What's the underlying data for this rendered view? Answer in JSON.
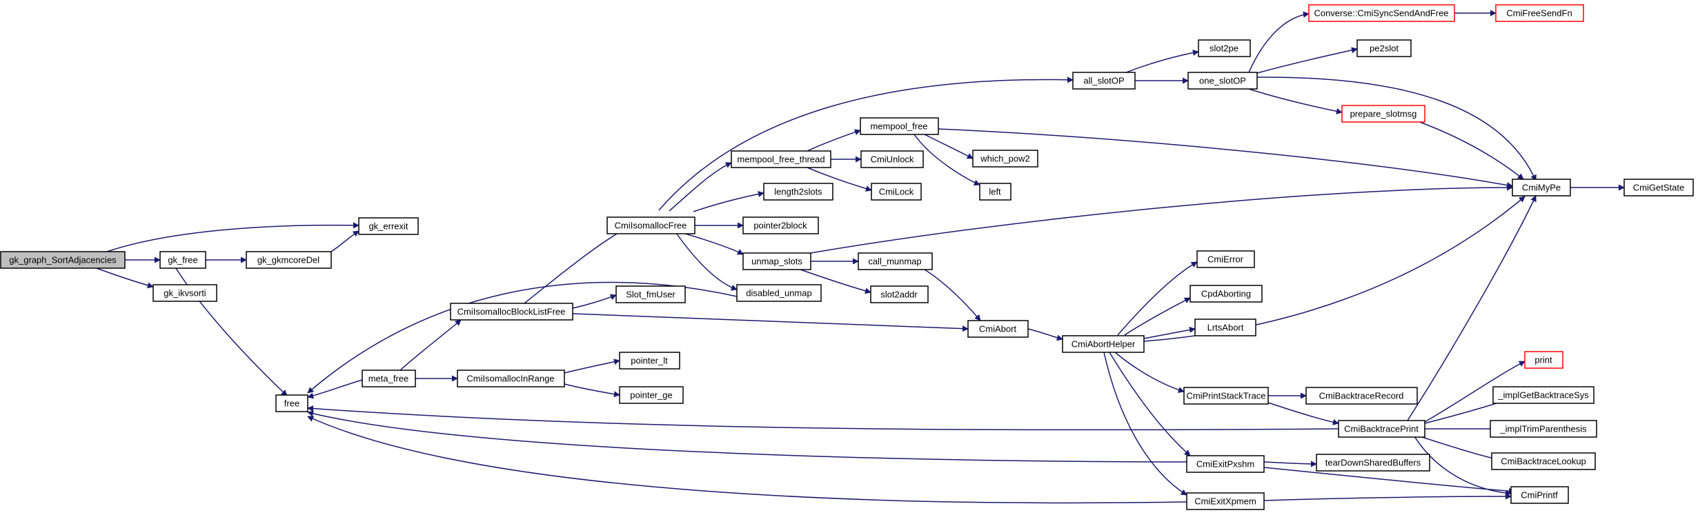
{
  "colors": {
    "edge": "#191970",
    "node_border": "#000000",
    "external_border": "#ff0000",
    "root_fill": "#bfbfbf"
  },
  "nodes": {
    "gk_graph_SortAdjacencies": "gk_graph_SortAdjacencies",
    "gk_free": "gk_free",
    "gk_gkmcoreDel": "gk_gkmcoreDel",
    "gk_errexit": "gk_errexit",
    "gk_ikvsorti": "gk_ikvsorti",
    "free": "free",
    "meta_free": "meta_free",
    "CmiIsomallocInRange": "CmiIsomallocInRange",
    "pointer_lt": "pointer_lt",
    "pointer_ge": "pointer_ge",
    "CmiIsomallocBlockListFree": "CmiIsomallocBlockListFree",
    "Slot_fmUser": "Slot_fmUser",
    "CmiIsomallocFree": "CmiIsomallocFree",
    "mempool_free_thread": "mempool_free_thread",
    "mempool_free": "mempool_free",
    "CmiUnlock": "CmiUnlock",
    "CmiLock": "CmiLock",
    "which_pow2": "which_pow2",
    "left": "left",
    "length2slots": "length2slots",
    "pointer2block": "pointer2block",
    "unmap_slots": "unmap_slots",
    "disabled_unmap": "disabled_unmap",
    "call_munmap": "call_munmap",
    "slot2addr": "slot2addr",
    "all_slotOP": "all_slotOP",
    "slot2pe": "slot2pe",
    "one_slotOP": "one_slotOP",
    "Converse_CmiSyncSendAndFree": "Converse::CmiSyncSendAndFree",
    "CmiFreeSendFn": "CmiFreeSendFn",
    "pe2slot": "pe2slot",
    "prepare_slotmsg": "prepare_slotmsg",
    "CmiMyPe": "CmiMyPe",
    "CmiGetState": "CmiGetState",
    "CmiAbort": "CmiAbort",
    "CmiAbortHelper": "CmiAbortHelper",
    "CmiError": "CmiError",
    "CpdAborting": "CpdAborting",
    "LrtsAbort": "LrtsAbort",
    "CmiPrintStackTrace": "CmiPrintStackTrace",
    "CmiBacktraceRecord": "CmiBacktraceRecord",
    "CmiBacktracePrint": "CmiBacktracePrint",
    "print": "print",
    "_implGetBacktraceSys": "_implGetBacktraceSys",
    "_implTrimParenthesis": "_implTrimParenthesis",
    "CmiBacktraceLookup": "CmiBacktraceLookup",
    "CmiExitPxshm": "CmiExitPxshm",
    "tearDownSharedBuffers": "tearDownSharedBuffers",
    "CmiExitXpmem": "CmiExitXpmem",
    "CmiPrintf": "CmiPrintf"
  }
}
